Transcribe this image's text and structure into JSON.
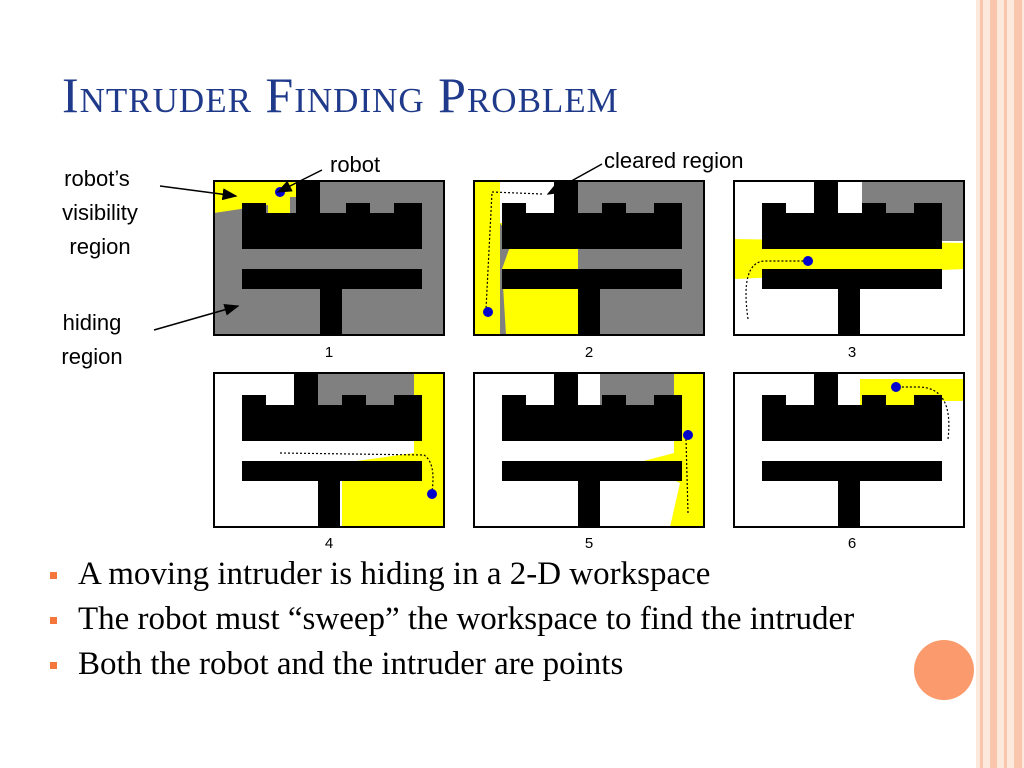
{
  "slide": {
    "title": "Intruder Finding Problem",
    "colors": {
      "title": "#1f3a8a",
      "accent_stripes": "#f9c6ad",
      "accent_circle": "#fb9a6c",
      "obstacle": "#000000",
      "hiding": "#808080",
      "visibility": "#ffff00",
      "cleared": "#ffffff",
      "robot": "#0000cc"
    }
  },
  "figure": {
    "labels": {
      "robot": "robot",
      "cleared": "cleared region",
      "visibility": [
        "robot’s",
        "visibility",
        "region"
      ],
      "hiding": [
        "hiding",
        "region"
      ]
    },
    "panel_numbers": [
      "1",
      "2",
      "3",
      "4",
      "5",
      "6"
    ]
  },
  "bullets": [
    "A moving intruder is hiding in a 2-D workspace",
    "The robot must “sweep” the workspace to find the intruder",
    "Both the robot and the intruder are points"
  ]
}
